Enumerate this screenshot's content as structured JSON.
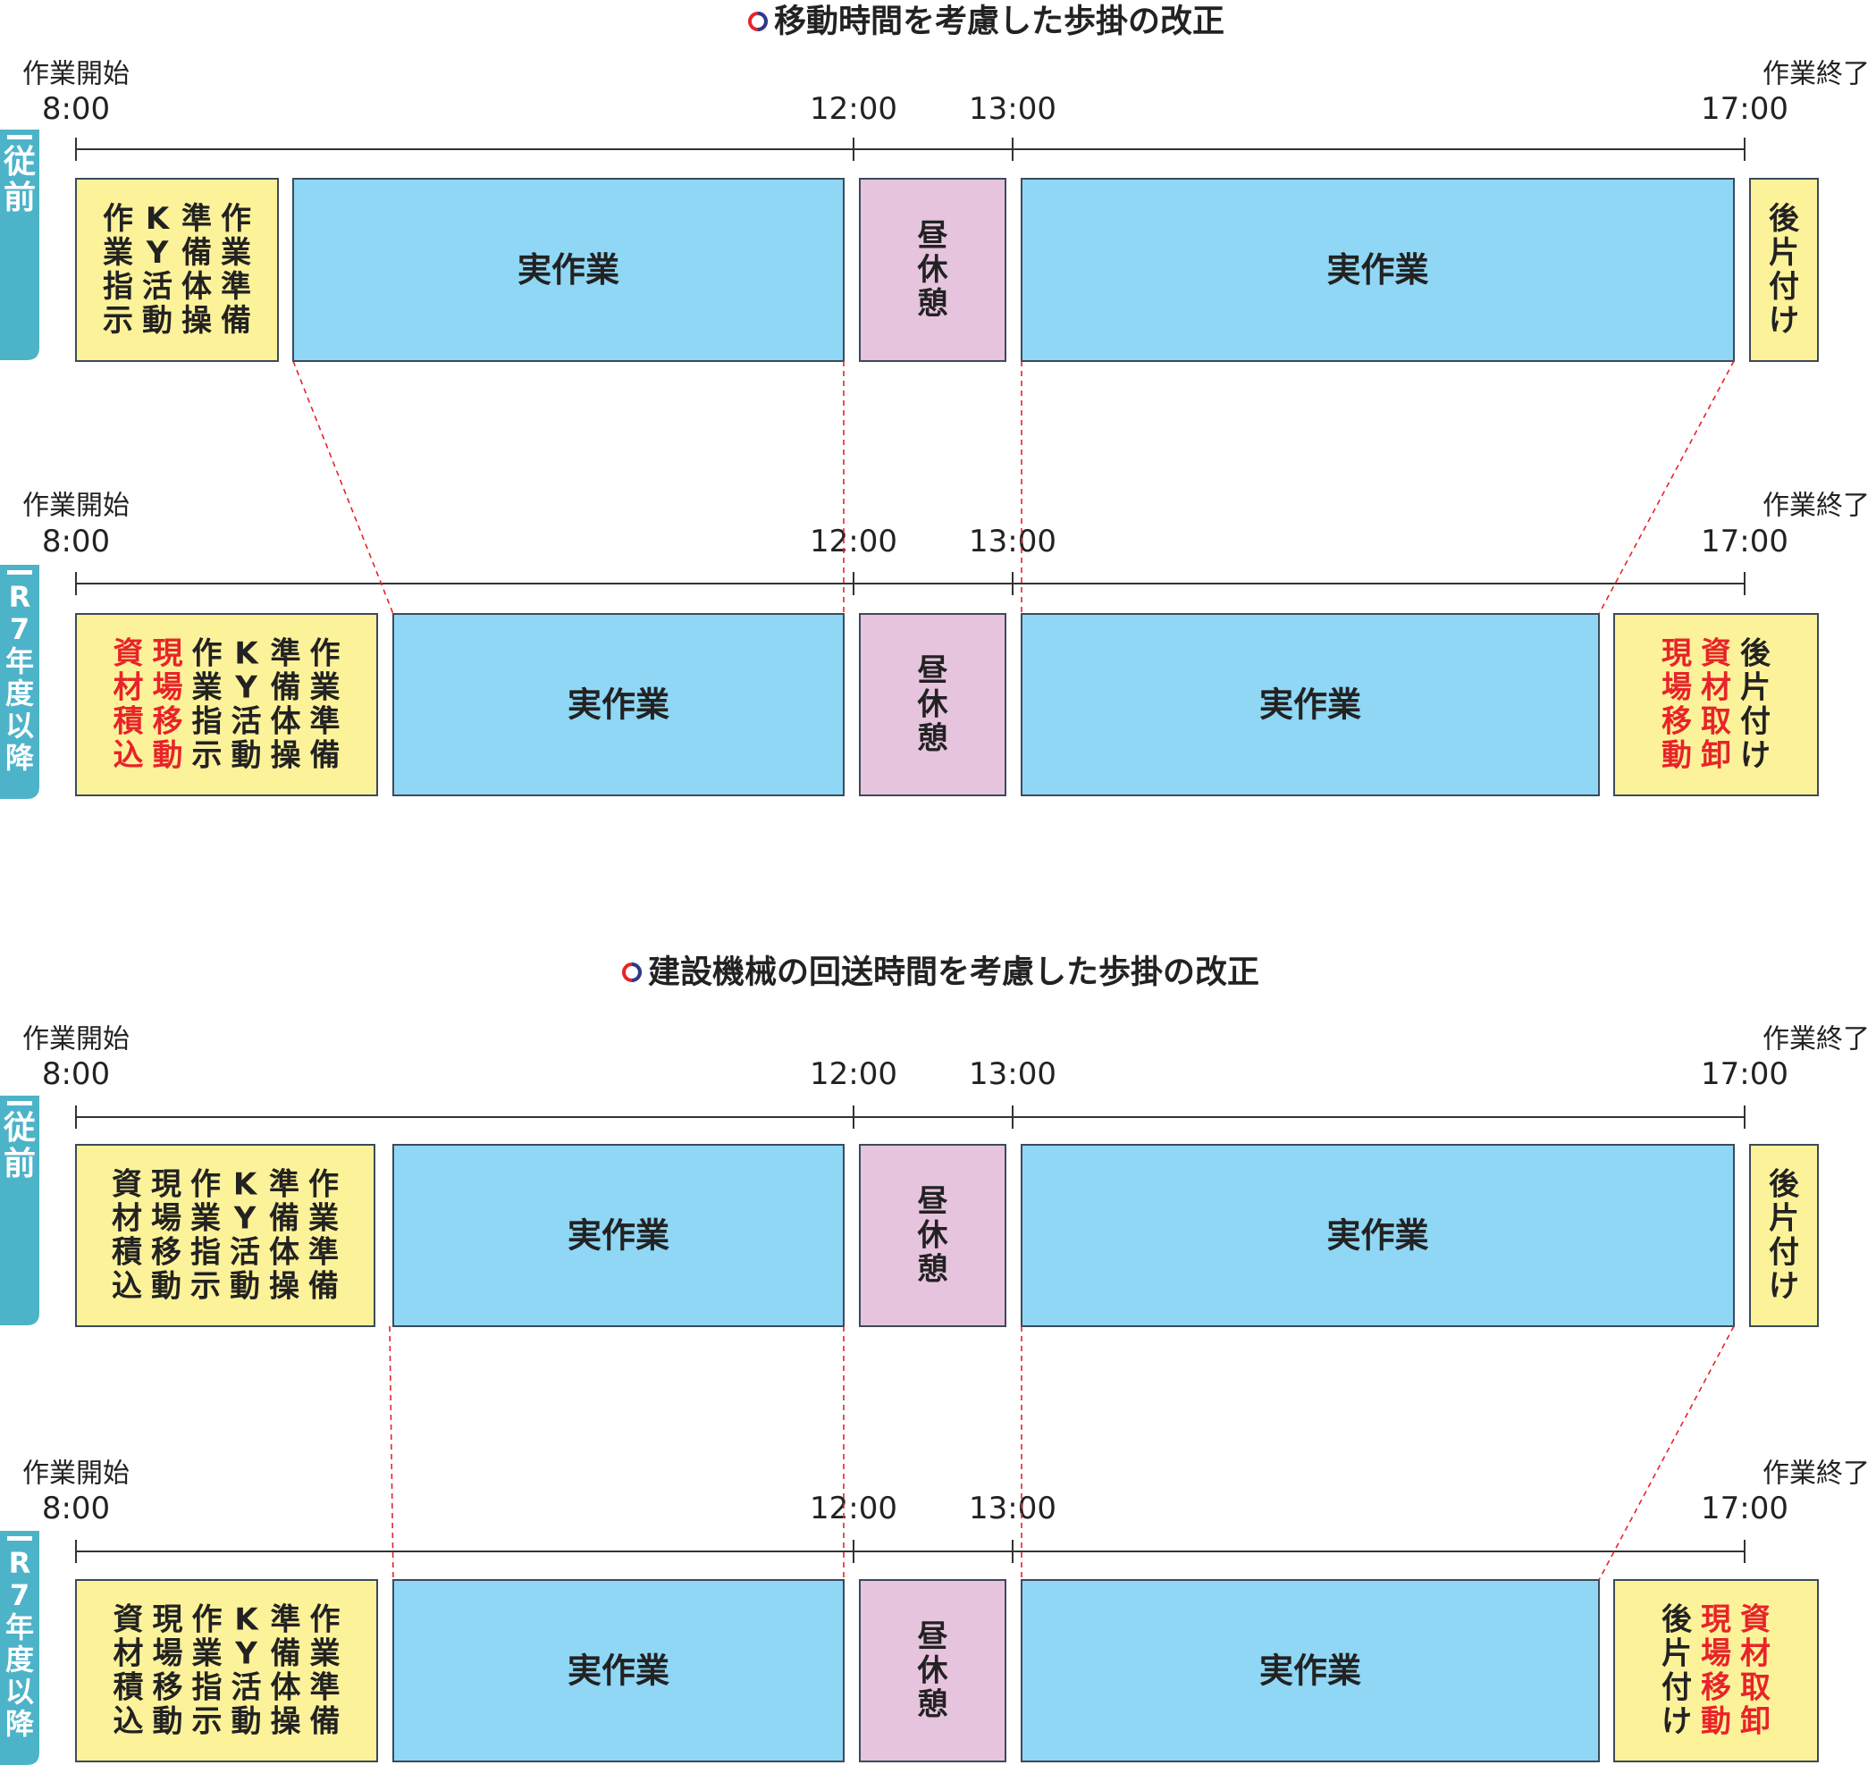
{
  "colors": {
    "prep": "#fcf29a",
    "work": "#8fd7f5",
    "lunch": "#e6c4de",
    "tab": "#4db3c9",
    "red": "#e8232a",
    "guide": "#e8232a",
    "text": "#222222"
  },
  "time_labels": {
    "start_word": "作業開始",
    "end_word": "作業終了",
    "t800": "8:00",
    "t1200": "12:00",
    "t1300": "13:00",
    "t1700": "17:00"
  },
  "sections": [
    {
      "title": "移動時間を考慮した歩掛の改正",
      "rows": [
        {
          "tab": "従前",
          "start": [
            {
              "text": "作業指示",
              "red": false
            },
            {
              "text": "KY活動",
              "red": false
            },
            {
              "text": "準備体操",
              "red": false
            },
            {
              "text": "作業準備",
              "red": false
            }
          ],
          "work1": "実作業",
          "lunch": "昼休憩",
          "work2": "実作業",
          "end": [
            {
              "text": "後片付け",
              "red": false
            }
          ]
        },
        {
          "tab": "R7年度以降",
          "start": [
            {
              "text": "資材積込",
              "red": true
            },
            {
              "text": "現場移動",
              "red": true
            },
            {
              "text": "作業指示",
              "red": false
            },
            {
              "text": "KY活動",
              "red": false
            },
            {
              "text": "準備体操",
              "red": false
            },
            {
              "text": "作業準備",
              "red": false
            }
          ],
          "work1": "実作業",
          "lunch": "昼休憩",
          "work2": "実作業",
          "end": [
            {
              "text": "現場移動",
              "red": true
            },
            {
              "text": "資材取卸",
              "red": true
            },
            {
              "text": "後片付け",
              "red": false
            }
          ]
        }
      ]
    },
    {
      "title": "建設機械の回送時間を考慮した歩掛の改正",
      "rows": [
        {
          "tab": "従前",
          "start": [
            {
              "text": "資材積込",
              "red": false
            },
            {
              "text": "現場移動",
              "red": false
            },
            {
              "text": "作業指示",
              "red": false
            },
            {
              "text": "KY活動",
              "red": false
            },
            {
              "text": "準備体操",
              "red": false
            },
            {
              "text": "作業準備",
              "red": false
            }
          ],
          "work1": "実作業",
          "lunch": "昼休憩",
          "work2": "実作業",
          "end": [
            {
              "text": "後片付け",
              "red": false
            }
          ]
        },
        {
          "tab": "R7年度以降",
          "start": [
            {
              "text": "資材積込",
              "red": false
            },
            {
              "text": "現場移動",
              "red": false
            },
            {
              "text": "作業指示",
              "red": false
            },
            {
              "text": "KY活動",
              "red": false
            },
            {
              "text": "準備体操",
              "red": false
            },
            {
              "text": "作業準備",
              "red": false
            }
          ],
          "work1": "実作業",
          "lunch": "昼休憩",
          "work2": "実作業",
          "end": [
            {
              "text": "後片付け",
              "red": false
            },
            {
              "text": "現場移動",
              "red": true
            },
            {
              "text": "資材取卸",
              "red": true
            }
          ]
        }
      ]
    }
  ]
}
